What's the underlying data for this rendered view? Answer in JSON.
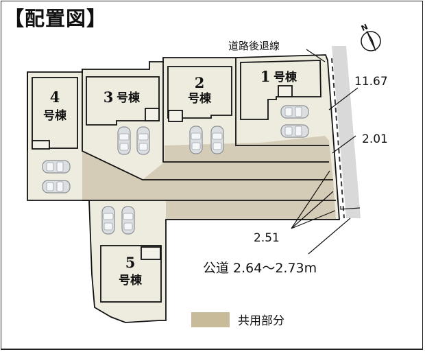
{
  "title": "【配置図】",
  "labels": {
    "setback_line": "道路後退線",
    "dim_11_67": "11.67",
    "dim_2_01": "2.01",
    "dim_2_51": "2.51",
    "public_road": "公道 2.64〜2.73m"
  },
  "compass": {
    "north": "N"
  },
  "lots": [
    {
      "id": "1",
      "num": "1",
      "suffix": "号棟",
      "cars": 2
    },
    {
      "id": "2",
      "num": "2",
      "suffix": "号棟",
      "cars": 2
    },
    {
      "id": "3",
      "num": "3",
      "suffix": "号棟",
      "cars": 2
    },
    {
      "id": "4",
      "num": "4",
      "suffix": "号棟",
      "cars": 2
    },
    {
      "id": "5",
      "num": "5",
      "suffix": "号棟",
      "cars": 2
    }
  ],
  "legend": {
    "label": "共用部分",
    "color": "#c7bb9a"
  },
  "colors": {
    "lot_fill": "#eeebdf",
    "shared_fill": "#d4ccb6",
    "road_fill": "#d9d9d9",
    "outline": "#111111"
  }
}
